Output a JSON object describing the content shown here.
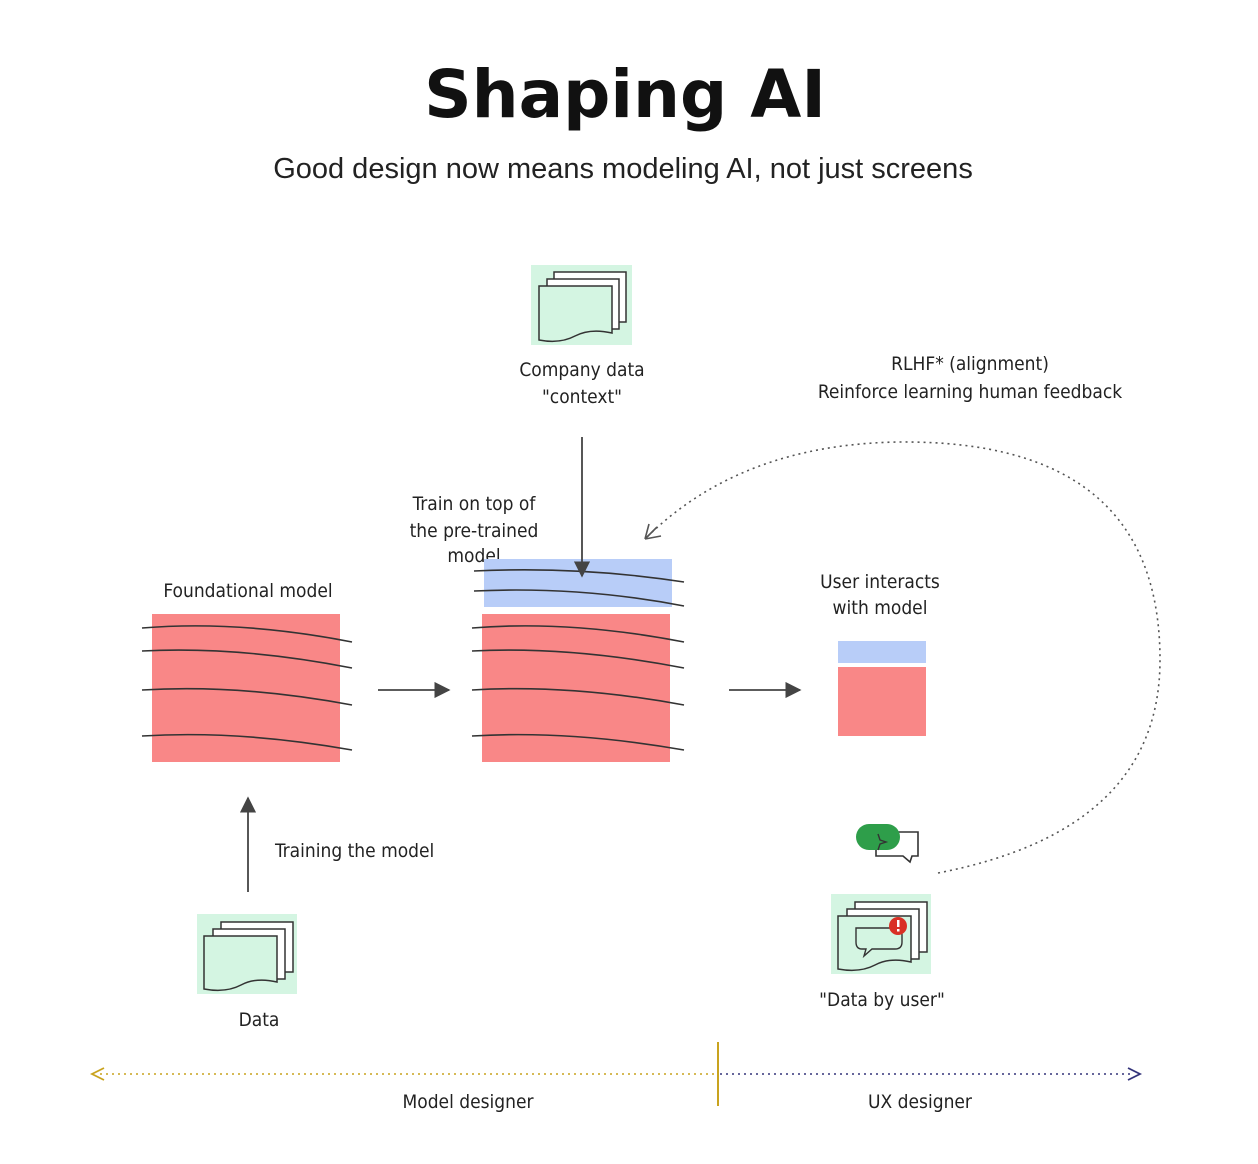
{
  "header": {
    "title": "Shaping AI",
    "subtitle": "Good design now means modeling AI, not just screens"
  },
  "labels": {
    "company_data_line1": "Company data",
    "company_data_line2": "\"context\"",
    "rlhf_line1": "RLHF* (alignment)",
    "rlhf_line2": "Reinforce learning human feedback",
    "train_on_top_line1": "Train on top of",
    "train_on_top_line2": "the pre-trained",
    "train_on_top_line3": "model",
    "foundational_model": "Foundational model",
    "user_interacts_line1": "User interacts",
    "user_interacts_line2": "with model",
    "training_the_model": "Training the model",
    "data": "Data",
    "data_by_user": "\"Data by user\""
  },
  "axis": {
    "left_label": "Model designer",
    "right_label": "UX designer"
  },
  "colors": {
    "model_red": "#f98787",
    "context_blue": "#b8cdf8",
    "doc_green": "#d4f5e2",
    "chat_green": "#2e9e4a",
    "alert_red": "#d93025",
    "left_axis": "#c9a31e",
    "right_axis": "#33337a",
    "ink": "#333333"
  }
}
